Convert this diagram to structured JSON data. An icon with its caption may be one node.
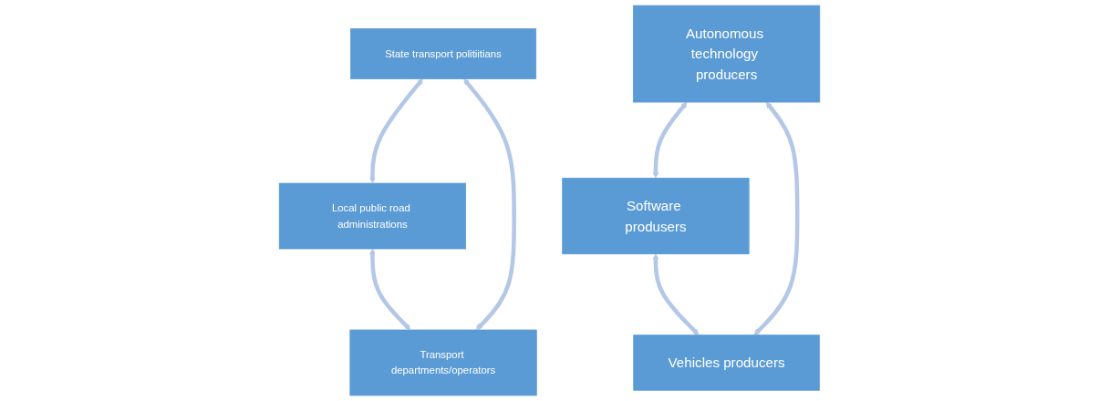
{
  "diagram": {
    "nodes": [
      {
        "text": [
          "Local public road administrations"
        ]
      },
      {
        "text": [
          "Software produsers"
        ]
      },
      {
        "text": [
          "Transport departments/operators"
        ]
      },
      {
        "text": [
          "State transport politiitians"
        ]
      },
      {
        "text": [
          "Vehicles producers"
        ]
      },
      {
        "text": [
          "Autonomous technology producers"
        ]
      }
    ],
    "edges": [
      {
        "from": 2,
        "to": 0,
        "arrow": "both"
      },
      {
        "from": 0,
        "to": 3,
        "arrow": "both"
      },
      {
        "from": 2,
        "to": 3,
        "arrow": "both"
      },
      {
        "from": 4,
        "to": 1,
        "arrow": "both"
      },
      {
        "from": 1,
        "to": 5,
        "arrow": "both"
      },
      {
        "from": 4,
        "to": 5,
        "arrow": "both"
      }
    ]
  }
}
